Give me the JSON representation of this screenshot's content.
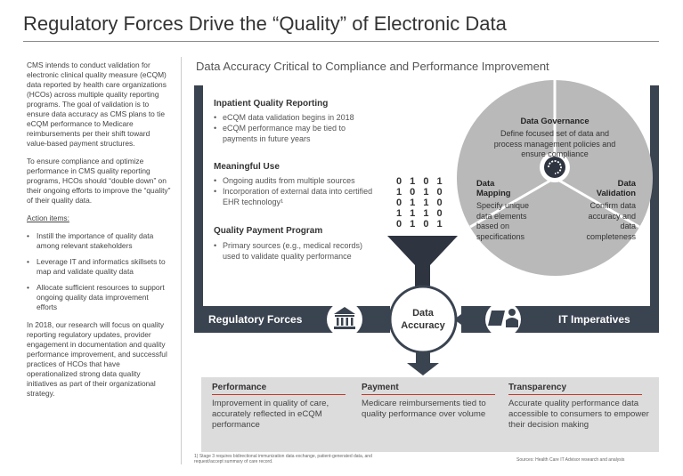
{
  "title": "Regulatory Forces Drive the “Quality” of Electronic Data",
  "left": {
    "para1": "CMS intends to conduct validation for electronic clinical quality measure (eCQM) data reported by health care organizations (HCOs) across multiple quality reporting programs. The goal of validation is to ensure data accuracy as CMS plans to tie eCQM performance to Medicare reimbursements per their shift toward value-based payment structures.",
    "para2": "To ensure compliance and optimize performance in CMS quality reporting programs, HCOs should “double down” on their ongoing efforts to improve the “quality” of their quality data.",
    "action_title": "Action items:",
    "actions": [
      "Instill the importance of quality data among relevant stakeholders",
      "Leverage IT and informatics skillsets to map and validate quality data",
      "Allocate sufficient resources to support ongoing quality data improvement efforts"
    ],
    "para3": "In 2018, our research will focus on quality reporting regulatory updates, provider engagement in documentation and quality performance improvement, and successful practices of HCOs that have operationalized strong data quality initiatives as part of their organizational strategy."
  },
  "diagram": {
    "subtitle": "Data Accuracy Critical to Compliance and Performance Improvement",
    "sections": [
      {
        "heading": "Inpatient Quality Reporting",
        "bullets": [
          "eCQM data validation begins in 2018",
          "eCQM performance may be tied to payments in future years"
        ]
      },
      {
        "heading": "Meaningful Use",
        "bullets": [
          "Ongoing audits from multiple sources",
          "Incorporation of external data into certified EHR technology¹"
        ]
      },
      {
        "heading": "Quality Payment Program",
        "bullets": [
          "Primary sources (e.g., medical records) used to validate quality performance"
        ]
      }
    ],
    "binary_digits": "0 1 0 1 1 0 1 0 0 1 1 0 1 1 1 0 0 1 0 1",
    "center_line1": "Data",
    "center_line2": "Accuracy",
    "regulatory_label": "Regulatory Forces",
    "it_label": "IT Imperatives",
    "governance": {
      "heading": "Data Governance",
      "text": "Define focused set of data and process management policies and ensure compliance"
    },
    "mapping": {
      "heading_line1": "Data",
      "heading_line2": "Mapping",
      "text": "Specify unique data elements based on specifications"
    },
    "validation": {
      "heading_line1": "Data",
      "heading_line2": "Validation",
      "text": "Confirm data accuracy and data completeness"
    },
    "outcomes": [
      {
        "heading": "Performance",
        "text": "Improvement in quality of care, accurately reflected in eCQM performance"
      },
      {
        "heading": "Payment",
        "text": "Medicare reimbursements tied to quality performance over volume"
      },
      {
        "heading": "Transparency",
        "text": "Accurate quality performance data accessible to consumers to empower their decision making"
      }
    ],
    "footnote": "1) Stage 3 requires bidirectional immunization data exchange, patient-generated data, and request/accept summary of care record.",
    "sources": "Sources: Health Care IT Advisor research and analysis",
    "colors": {
      "dark": "#3a4350",
      "pie": "#b9b9b9",
      "accent": "#c0392b",
      "outcome_bg": "#dcdcdc"
    }
  }
}
